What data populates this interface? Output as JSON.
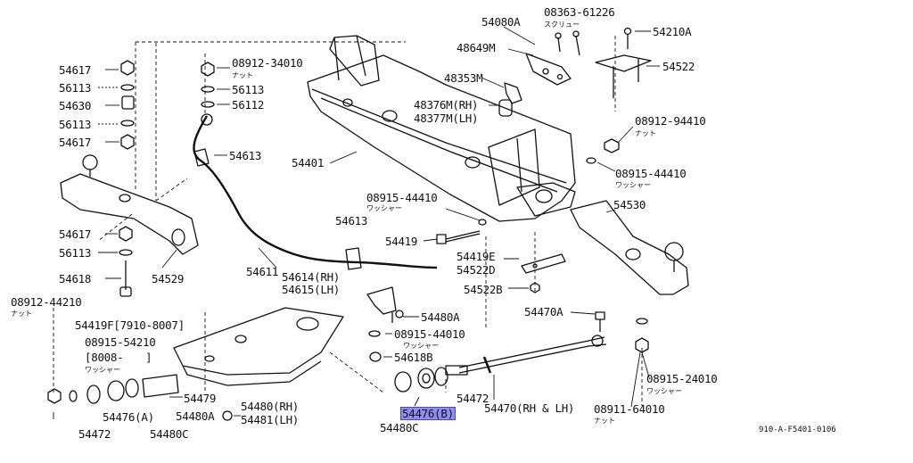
{
  "accent_color": "#8e8ef0",
  "highlighted_part": "54476(B)",
  "diagram_code": "910-A-F5401-0106",
  "labels": {
    "l_54080A": "54080A",
    "l_08363_61226": "08363-61226",
    "l_sukuryu": "スクリュー",
    "l_54210A": "54210A",
    "l_48649M": "48649M",
    "l_54522_top": "54522",
    "l_48353M": "48353M",
    "l_48376M": "48376M(RH)",
    "l_48377M": "48377M(LH)",
    "l_08912_94410": "08912-94410",
    "l_natto_r1": "ナット",
    "l_54401": "54401",
    "l_08915_44410_r": "08915-44410",
    "l_washer_r1": "ワッシャー",
    "l_08915_44410_m": "08915-44410",
    "l_washer_m1": "ワッシャー",
    "l_54530": "54530",
    "l_54617_a": "54617",
    "l_56113_a": "56113",
    "l_54630": "54630",
    "l_56113_b": "56113",
    "l_54617_b": "54617",
    "l_08912_34010": "08912-34010",
    "l_natto_t": "ナット",
    "l_56113_c": "56113",
    "l_56112": "56112",
    "l_54613_top": "54613",
    "l_54613_mid": "54613",
    "l_54419": "54419",
    "l_54419E": "54419E",
    "l_54522D": "54522D",
    "l_54522B": "54522B",
    "l_54617_c": "54617",
    "l_56113_d": "56113",
    "l_54618": "54618",
    "l_54529": "54529",
    "l_54611": "54611",
    "l_54614": "54614(RH)",
    "l_54615": "54615(LH)",
    "l_08912_44210": "08912-44210",
    "l_natto_l": "ナット",
    "l_54419F": "54419F[7910-8007]",
    "l_08915_54210": "08915-54210",
    "l_8008": "[8008-",
    "l_bracket_close": "]",
    "l_washer_l": "ワッシャー",
    "l_54480A_mid": "54480A",
    "l_08915_44010": "08915-44010",
    "l_washer_m2": "ワッシャー",
    "l_54618B": "54618B",
    "l_54470A": "54470A",
    "l_54479": "54479",
    "l_54480RH": "54480(RH)",
    "l_54481LH": "54481(LH)",
    "l_54476A": "54476(A)",
    "l_54480A_bot": "54480A",
    "l_54472_l": "54472",
    "l_54480C_l": "54480C",
    "l_54472_m": "54472",
    "l_54476B": "54476(B)",
    "l_54480C_m": "54480C",
    "l_54470": "54470(RH & LH)",
    "l_08915_24010": "08915-24010",
    "l_washer_r2": "ワッシャー",
    "l_08911_64010": "08911-64010",
    "l_natto_r2": "ナット"
  }
}
